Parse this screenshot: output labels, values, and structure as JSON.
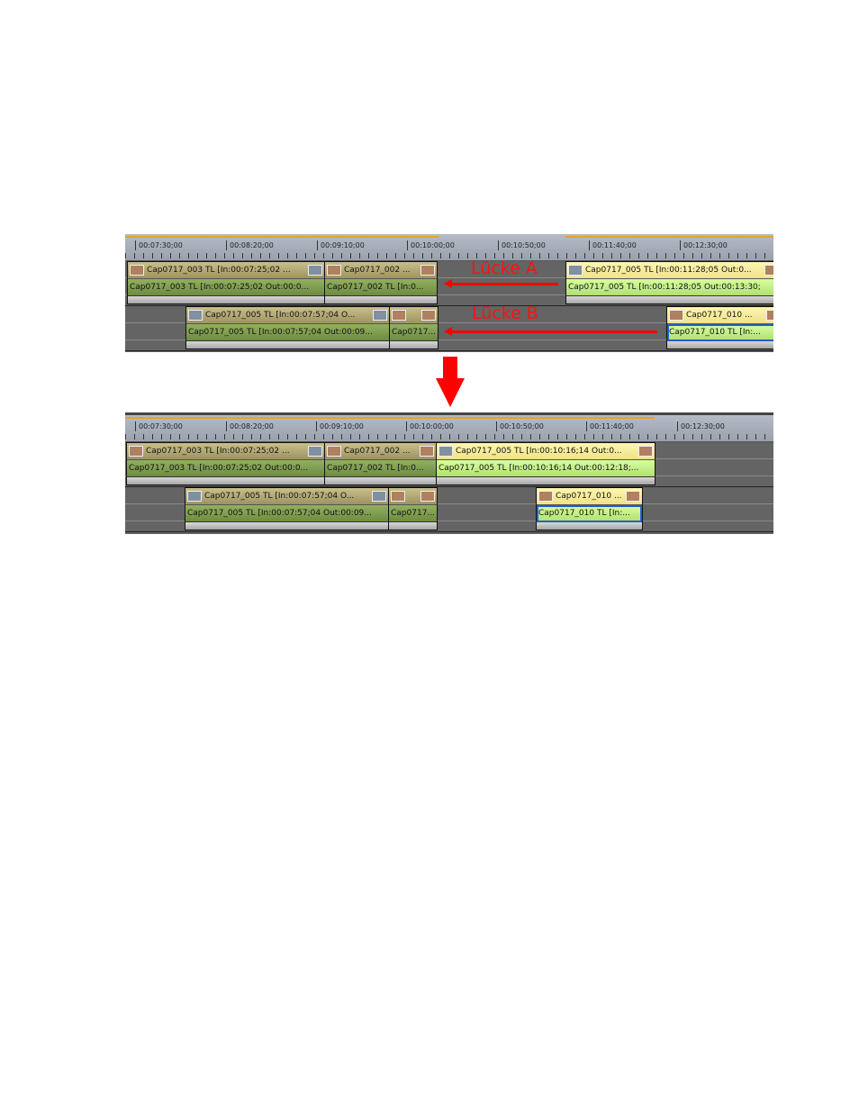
{
  "ruler": {
    "labels": [
      "00:07:30;00",
      "00:08:20;00",
      "00:09:10;00",
      "00:10:00;00",
      "00:10:50;00",
      "00:11:40;00",
      "00:12:30;00"
    ]
  },
  "before": {
    "track1": [
      {
        "video": "Cap0717_003  TL [In:00:07:25;02 ...",
        "audio": "Cap0717_003  TL [In:00:07:25;02 Out:00:0..."
      },
      {
        "video": "Cap0717_002  ...",
        "audio": "Cap0717_002  TL [In:0..."
      },
      {
        "video": "Cap0717_005  TL [In:00:11:28;05 Out:0...",
        "audio": "Cap0717_005  TL [In:00:11:28;05 Out:00:13:30;"
      }
    ],
    "track2": [
      {
        "video": "Cap0717_005  TL [In:00:07:57;04 O...",
        "audio": "Cap0717_005  TL [In:00:07:57;04 Out:00:09..."
      },
      {
        "video": "",
        "audio": "Cap0717..."
      },
      {
        "video": "Cap0717_010 ...",
        "audio": "Cap0717_010  TL [In:..."
      }
    ],
    "gap_a": "Lücke A",
    "gap_b": "Lücke B"
  },
  "after": {
    "track1": [
      {
        "video": "Cap0717_003  TL [In:00:07:25;02 ...",
        "audio": "Cap0717_003  TL [In:00:07:25;02 Out:00:0..."
      },
      {
        "video": "Cap0717_002  ...",
        "audio": "Cap0717_002  TL [In:0..."
      },
      {
        "video": "Cap0717_005  TL [In:00:10:16;14 Out:0...",
        "audio": "Cap0717_005  TL [In:00:10:16;14 Out:00:12:18;..."
      }
    ],
    "track2": [
      {
        "video": "Cap0717_005  TL [In:00:07:57;04 O...",
        "audio": "Cap0717_005  TL [In:00:07:57;04 Out:00:09..."
      },
      {
        "video": "",
        "audio": "Cap0717..."
      },
      {
        "video": "Cap0717_010 ...",
        "audio": "Cap0717_010  TL [In:..."
      }
    ]
  },
  "colors": {
    "arrow": "#ff0000",
    "playhead_range": "#f0a020"
  }
}
